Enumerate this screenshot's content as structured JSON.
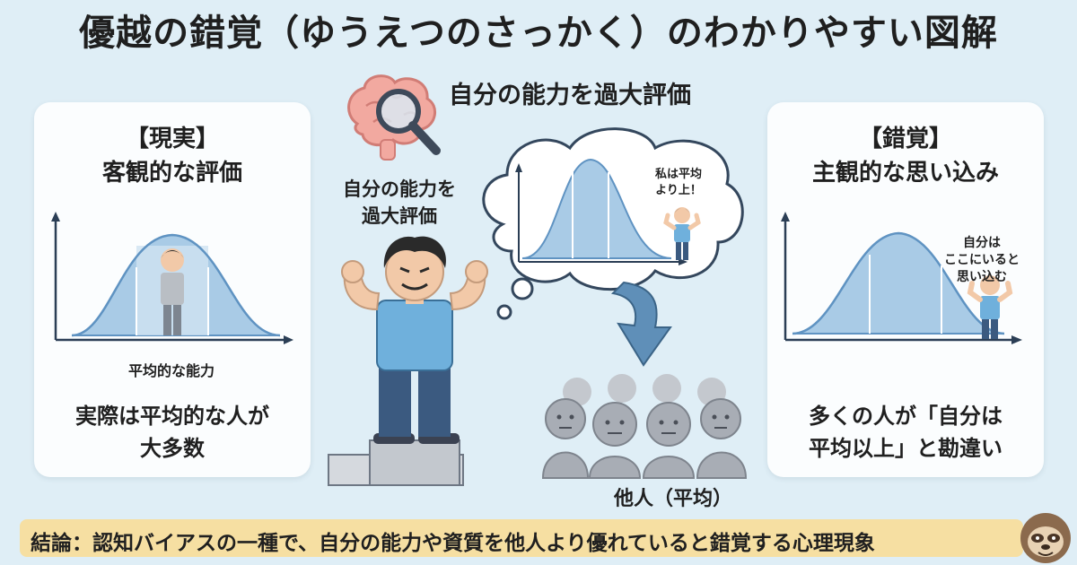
{
  "title": "優越の錯覚（ゆうえつのさっかく）のわかりやすい図解",
  "center": {
    "title": "自分の能力を過大評価",
    "label": "自分の能力を過大評価",
    "label_line1": "自分の能力を",
    "label_line2": "過大評価",
    "thought_line1": "私は平均",
    "thought_line2": "より上！",
    "crowd_label": "他人（平均）"
  },
  "left": {
    "heading1": "【現実】",
    "heading2": "客観的な評価",
    "axis_label": "平均的な能力",
    "bottom_line1": "実際は平均的な人が",
    "bottom_line2": "大多数"
  },
  "right": {
    "heading1": "【錯覚】",
    "heading2": "主観的な思い込み",
    "note_line1": "自分は",
    "note_line2": "ここにいると",
    "note_line3": "思い込む",
    "bottom_line1": "多くの人が「自分は",
    "bottom_line2": "平均以上」と勘違い"
  },
  "footer": {
    "text": "結論：認知バイアスの一種で、自分の能力や資質を他人より優れていると錯覚する心理現象"
  },
  "colors": {
    "background": "#dfeef6",
    "curve_fill": "#a9cbe6",
    "curve_stroke": "#5f93c2",
    "footer_bg": "#f6dfa2",
    "shirt_blue": "#6fb0dc",
    "brain_pink": "#f2a9a0"
  }
}
